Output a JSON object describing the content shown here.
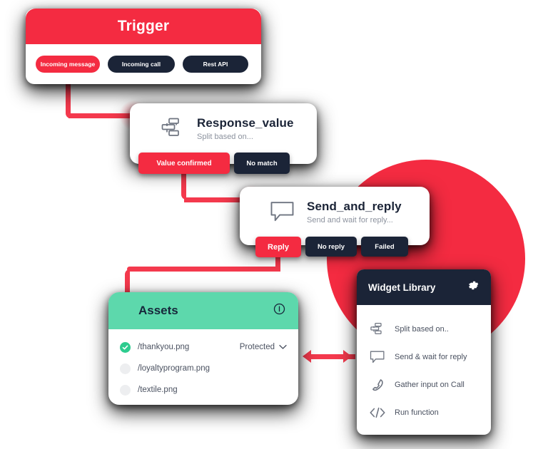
{
  "colors": {
    "red": "#F42B41",
    "navy": "#1B2437",
    "green": "#5DD8AC",
    "check_green": "#2ECC8F",
    "muted_text": "#8C929E",
    "body_text": "#4A5160"
  },
  "trigger": {
    "title": "Trigger",
    "options": [
      {
        "label": "Incoming message",
        "state": "selected"
      },
      {
        "label": "Incoming call",
        "state": "default"
      },
      {
        "label": "Rest API",
        "state": "default"
      }
    ]
  },
  "response_node": {
    "title": "Response_value",
    "subtitle": "Split based on...",
    "icon": "split-branch-icon",
    "outputs": [
      {
        "label": "Value confirmed",
        "state": "selected"
      },
      {
        "label": "No match",
        "state": "default"
      }
    ]
  },
  "send_node": {
    "title": "Send_and_reply",
    "subtitle": "Send and wait for reply...",
    "icon": "speech-bubble-icon",
    "outputs": [
      {
        "label": "Reply",
        "state": "selected"
      },
      {
        "label": "No reply",
        "state": "default"
      },
      {
        "label": "Failed",
        "state": "default"
      }
    ]
  },
  "assets": {
    "title": "Assets",
    "info_icon": "info-circle-icon",
    "files": [
      {
        "name": "/thankyou.png",
        "checked": true,
        "status": "Protected",
        "has_dropdown": true
      },
      {
        "name": "/loyaltyprogram.png",
        "checked": false,
        "status": "",
        "has_dropdown": false
      },
      {
        "name": "/textile.png",
        "checked": false,
        "status": "",
        "has_dropdown": false
      }
    ]
  },
  "widget_library": {
    "title": "Widget Library",
    "settings_icon": "gear-icon",
    "items": [
      {
        "label": "Split based on..",
        "icon": "split-branch-icon"
      },
      {
        "label": "Send & wait for reply",
        "icon": "speech-bubble-icon"
      },
      {
        "label": "Gather input on Call",
        "icon": "phone-icon"
      },
      {
        "label": "Run function",
        "icon": "code-brackets-icon"
      }
    ]
  }
}
